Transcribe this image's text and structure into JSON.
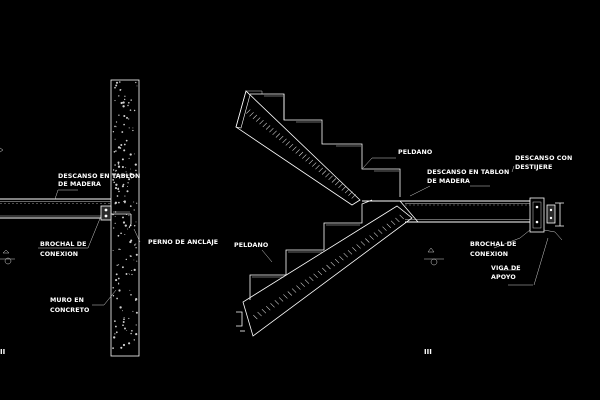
{
  "colors": {
    "background": "#000000",
    "linework": "#ffffff"
  },
  "left_detail": {
    "labels": {
      "landing": "DESCANSO EN TABLON\nDE MADERA",
      "trimmer": "BROCHAL DE\nCONEXION",
      "anchor_bolt": "PERNO DE ANCLAJE",
      "concrete_wall": "MURO EN\nCONCRETO"
    },
    "sheet_mark": "II"
  },
  "right_detail": {
    "labels": {
      "tread_upper": "PELDANO",
      "tread_lower": "PELDANO",
      "landing": "DESCANSO EN TABLON\nDE MADERA",
      "landing_unloading": "DESCANSO CON\nDESTIJERE",
      "trimmer": "BROCHAL DE\nCONEXION",
      "support_beam": "VIGA DE\nAPOYO"
    },
    "sheet_mark": "III"
  }
}
